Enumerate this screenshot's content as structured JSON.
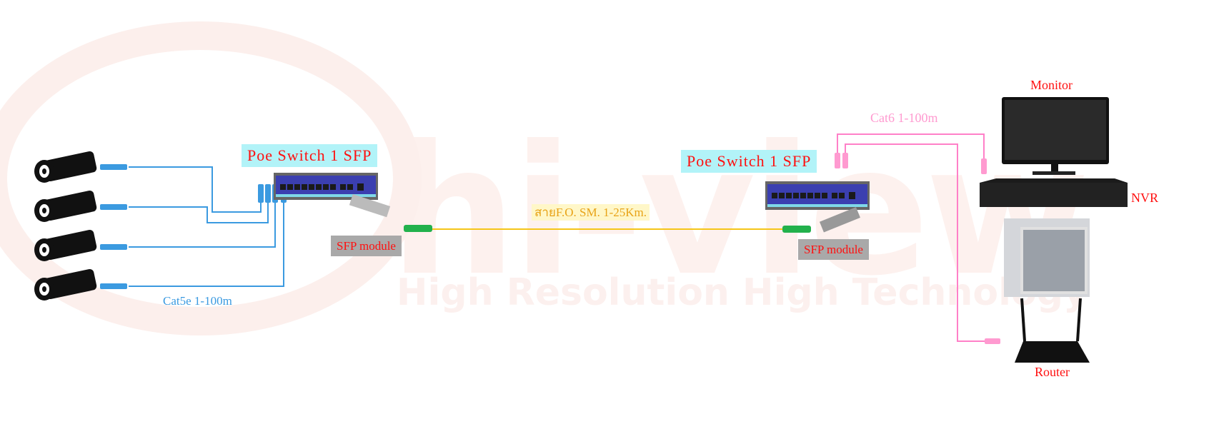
{
  "watermark": {
    "brand": "hi-view",
    "slogan": "High Resolution High Technology"
  },
  "left_site": {
    "switch_label": "Poe Switch 1 SFP",
    "sfp_label": "SFP module",
    "cable_label": "Cat5e 1-100m",
    "camera_count": 4
  },
  "link": {
    "fiber_label": "สายF.O. SM. 1-25Km."
  },
  "right_site": {
    "switch_label": "Poe Switch 1 SFP",
    "sfp_label": "SFP module",
    "cable_label": "Cat6 1-100m",
    "monitor_label": "Monitor",
    "nvr_label": "NVR",
    "router_label": "Router"
  },
  "colors": {
    "label_text": "#ff1010",
    "cat5e": "#3b9ae0",
    "cat6": "#ff80c8",
    "fiber": "#f5c518",
    "switch_label_bg": "#b2f3f8",
    "sfp_label_bg": "#a9a9a9"
  }
}
